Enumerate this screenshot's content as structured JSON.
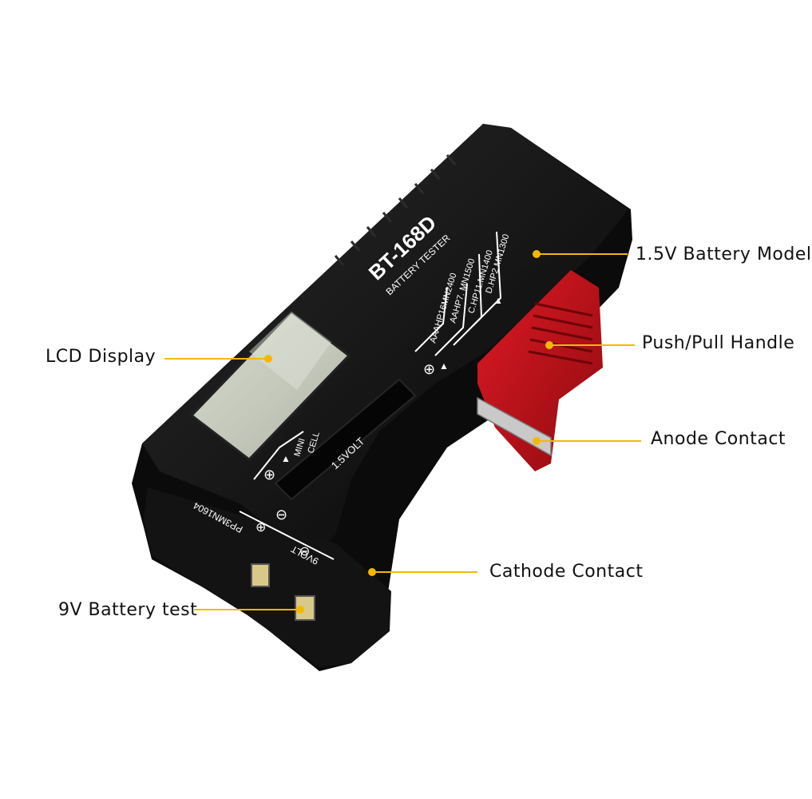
{
  "device": {
    "model": "BT-168D",
    "subtitle": "BATTERY TESTER",
    "scale_lines": [
      "AAAHP16MN2400",
      "AAHP7. MN1500",
      "C.HP11.MN1400",
      "D.HP2.MN1300"
    ],
    "mini_cell": [
      "MINI",
      "CELL"
    ],
    "volt_15": "1.5VOLT",
    "nine_volt_line1": "PP3MN1604",
    "nine_volt_line2": "9VOLT",
    "plus_symbol": "⊕",
    "minus_symbol": "⊖",
    "arrow_symbol": "▲"
  },
  "callouts": {
    "lcd_display": "LCD Display",
    "battery_model_15v": "1.5V Battery Model",
    "push_pull_handle": "Push/Pull Handle",
    "anode_contact": "Anode Contact",
    "cathode_contact": "Cathode Contact",
    "battery_test_9v": "9V Battery test"
  },
  "colors": {
    "callout_line": "#f5b800",
    "device_body": "#101010",
    "handle_red": "#c8101a",
    "lcd": "#c9cdc2"
  }
}
